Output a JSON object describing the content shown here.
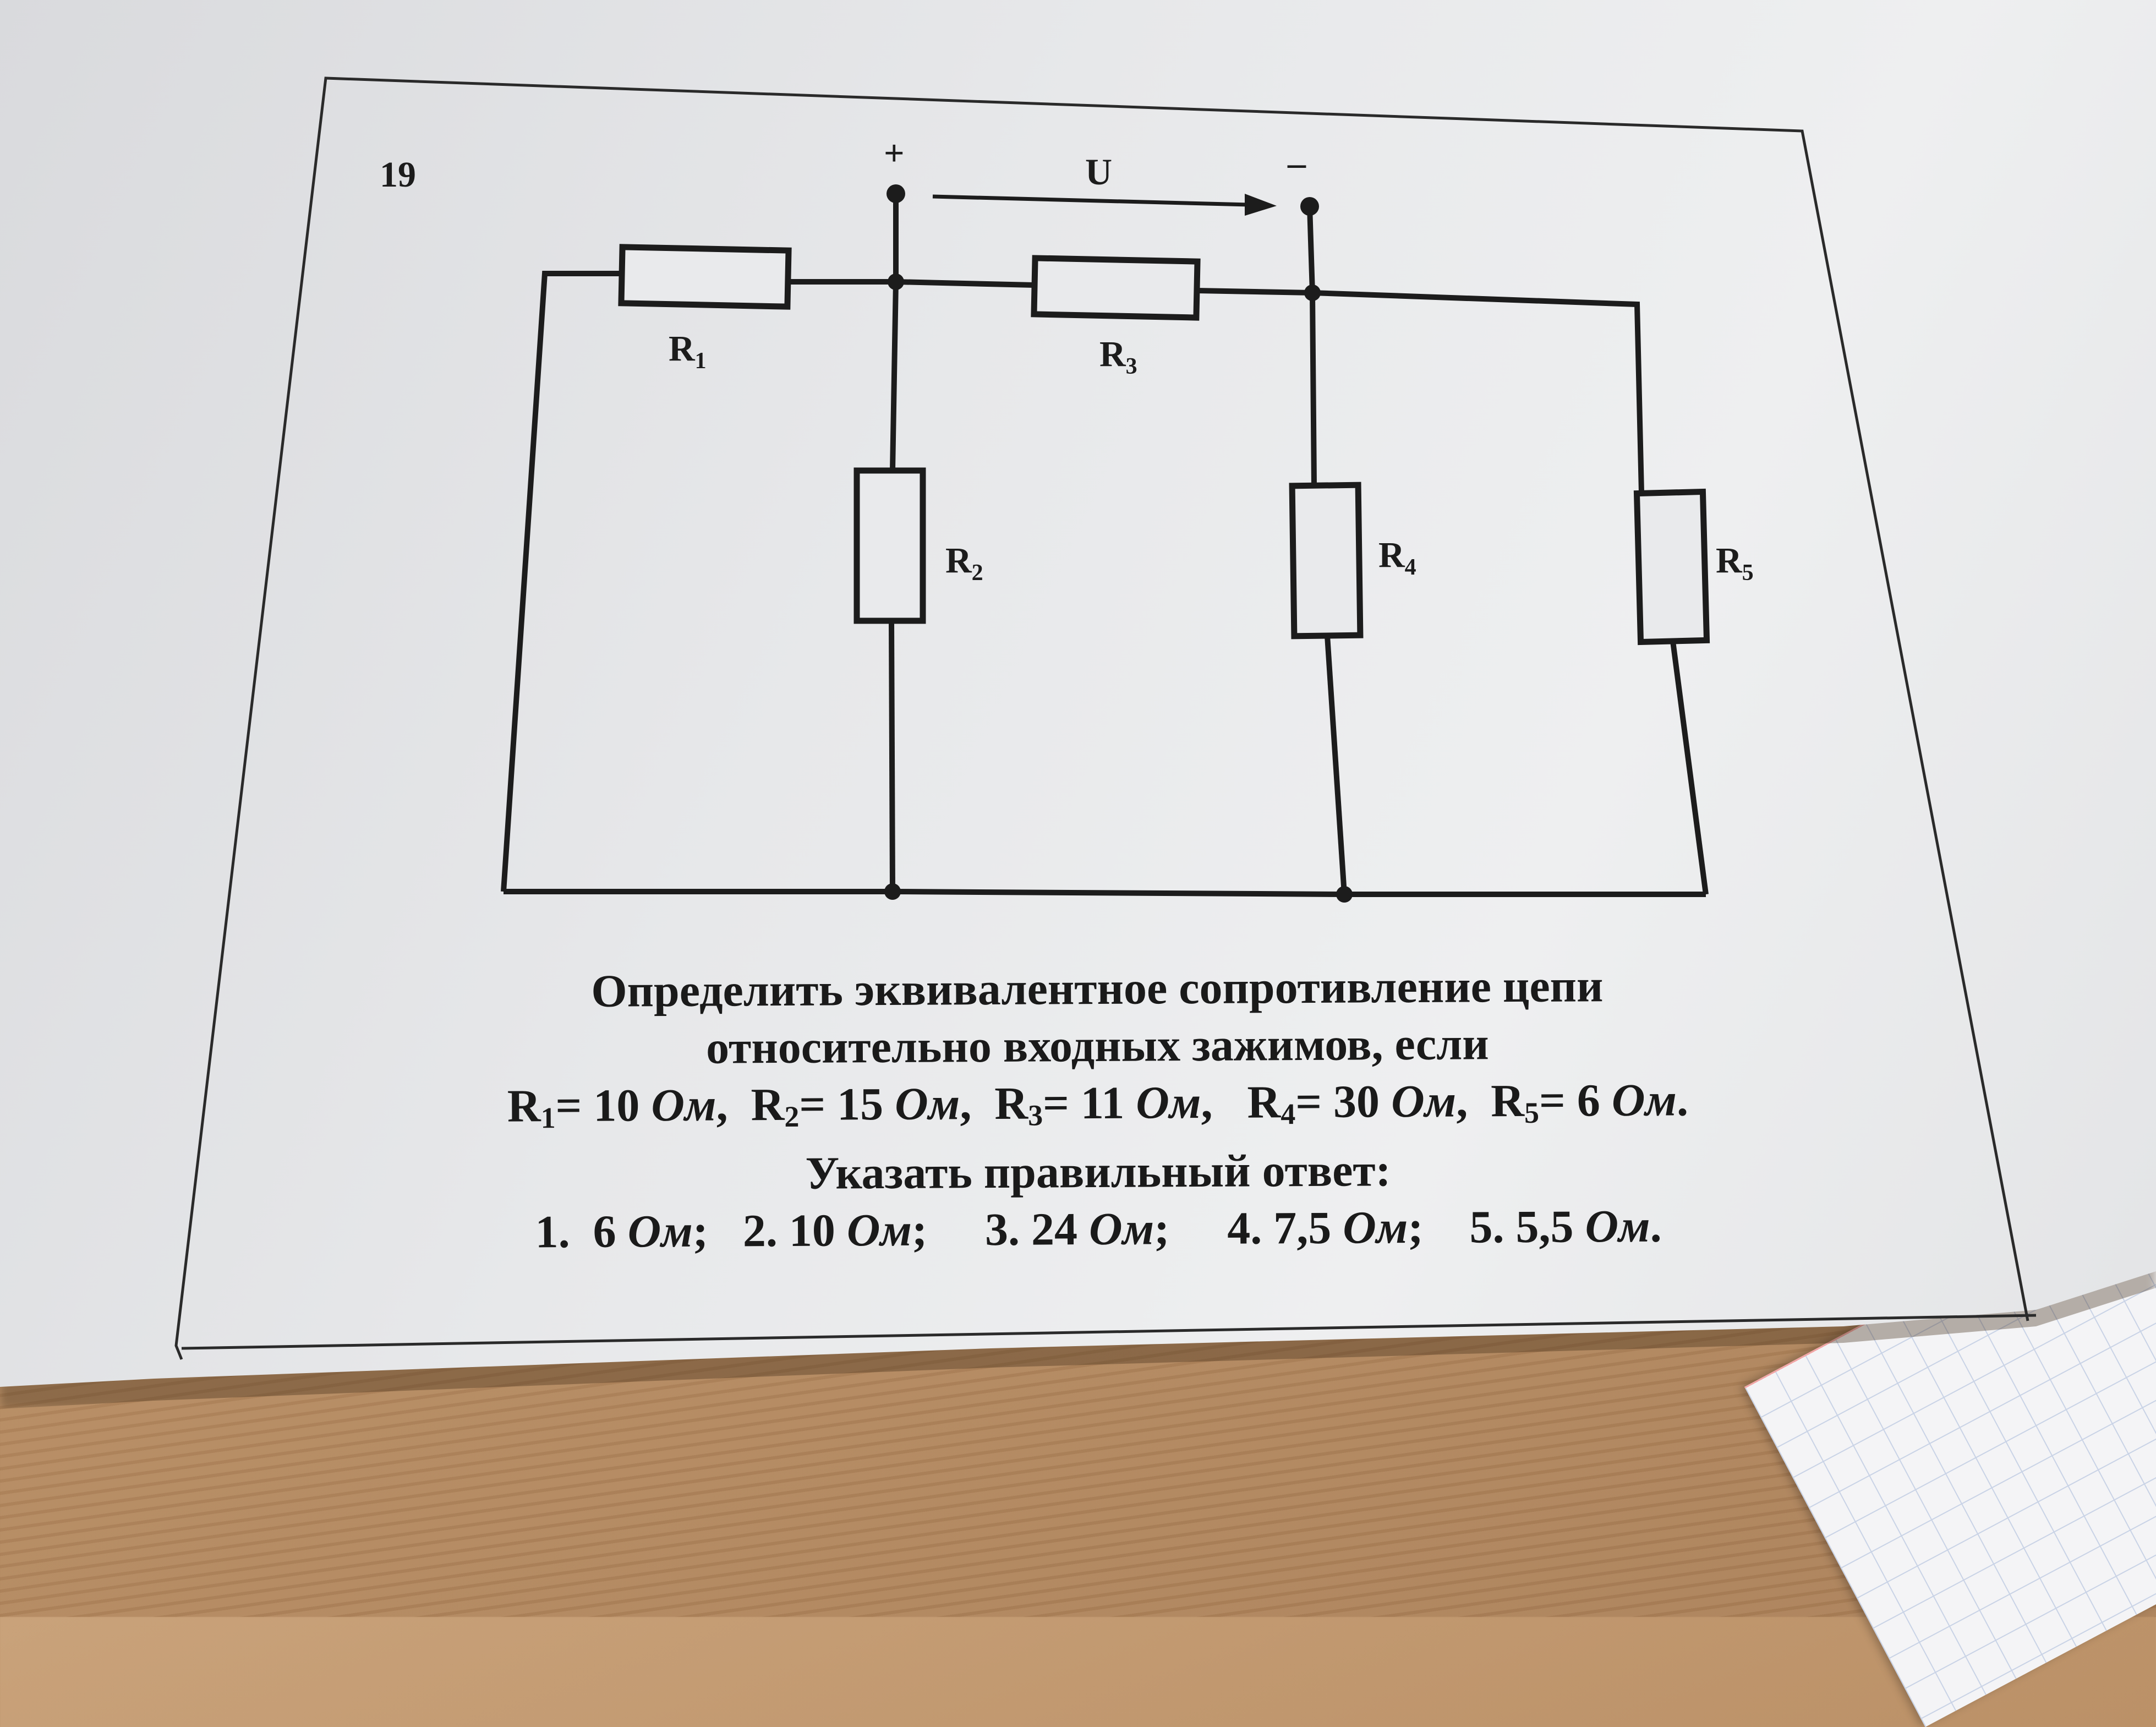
{
  "problem_number": "19",
  "terminals": {
    "plus": "+",
    "minus": "–",
    "voltage": "U"
  },
  "resistors": {
    "r1": {
      "letter": "R",
      "index": "1"
    },
    "r2": {
      "letter": "R",
      "index": "2"
    },
    "r3": {
      "letter": "R",
      "index": "3"
    },
    "r4": {
      "letter": "R",
      "index": "4"
    },
    "r5": {
      "letter": "R",
      "index": "5"
    }
  },
  "text": {
    "line1": "Определить эквивалентное сопротивление цепи",
    "line2": "относительно входных зажимов, если",
    "values": [
      {
        "r": "R",
        "i": "1",
        "val": "= 10 ",
        "unit": "Ом",
        "sep": ", "
      },
      {
        "r": "R",
        "i": "2",
        "val": "= 15 ",
        "unit": "Ом",
        "sep": ", "
      },
      {
        "r": "R",
        "i": "3",
        "val": "= 11 ",
        "unit": "Ом",
        "sep": ",  "
      },
      {
        "r": "R",
        "i": "4",
        "val": "= 30 ",
        "unit": "Ом",
        "sep": ", "
      },
      {
        "r": "R",
        "i": "5",
        "val": "= 6 ",
        "unit": "Ом",
        "sep": "."
      }
    ],
    "line4": "Указать правильный ответ:",
    "answers": [
      {
        "num": "1.  6 ",
        "unit": "Ом",
        "sep": ";  "
      },
      {
        "num": "2. 10 ",
        "unit": "Ом",
        "sep": ";    "
      },
      {
        "num": "3. 24 ",
        "unit": "Ом",
        "sep": ";    "
      },
      {
        "num": "4. 7,5 ",
        "unit": "Ом",
        "sep": ";   "
      },
      {
        "num": "5. 5,5 ",
        "unit": "Ом",
        "sep": "."
      }
    ]
  }
}
